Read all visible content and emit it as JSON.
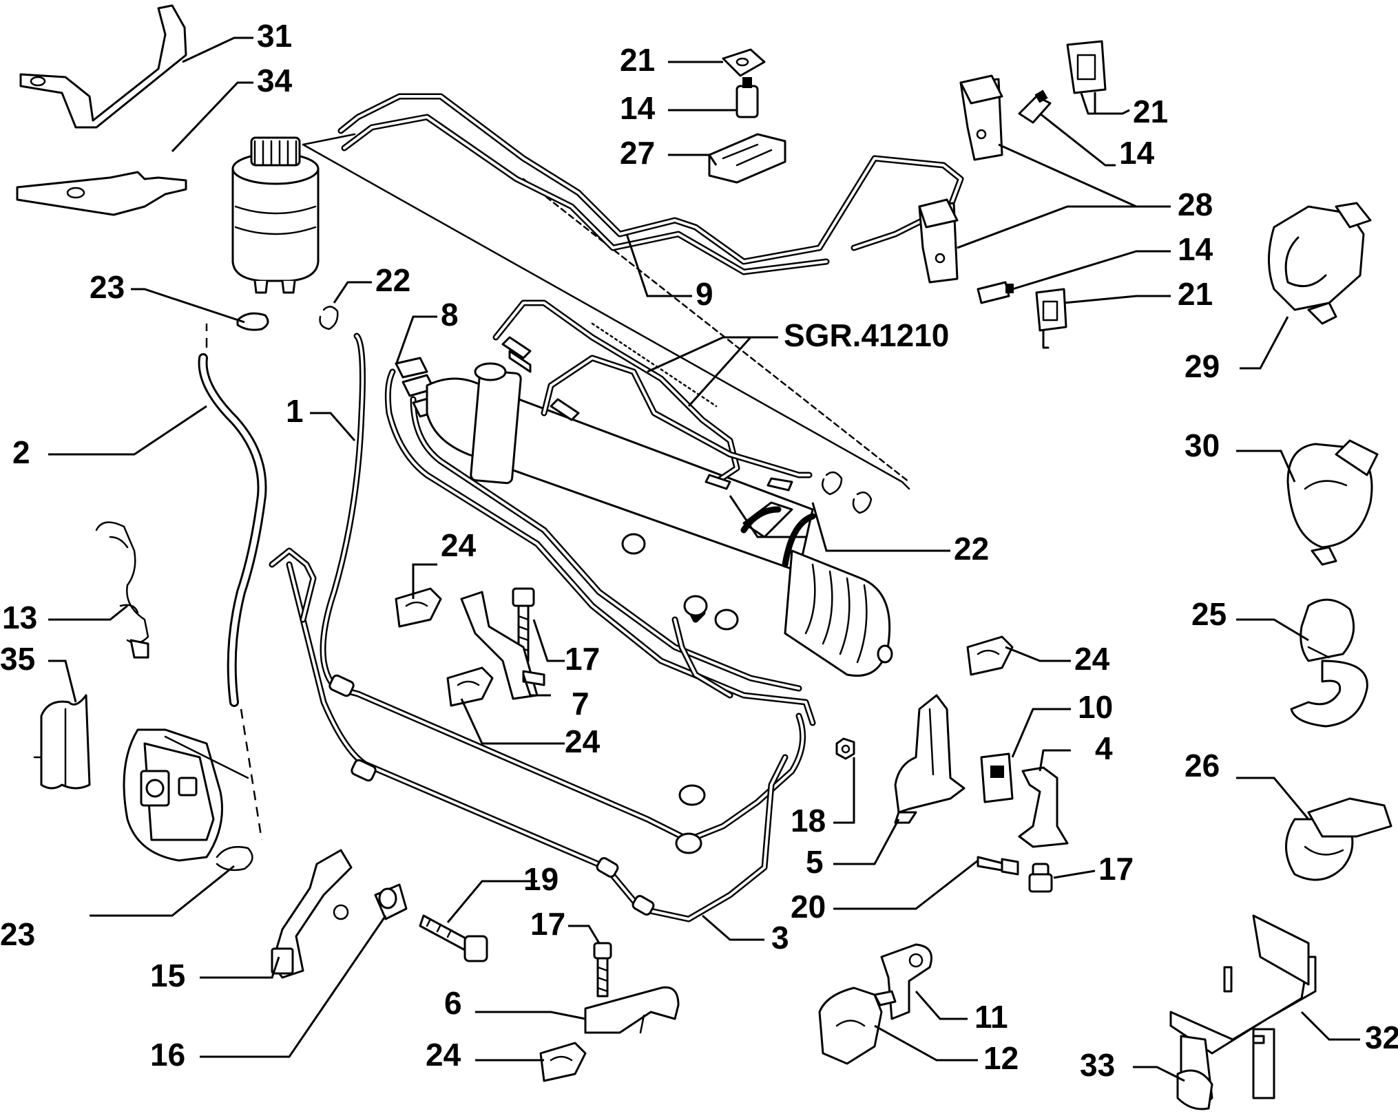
{
  "diagram": {
    "reference": "SGR.41210",
    "callouts": [
      "31",
      "34",
      "23",
      "22",
      "2",
      "1",
      "8",
      "9",
      "21",
      "14",
      "27",
      "28",
      "29",
      "30",
      "13",
      "35",
      "24",
      "17",
      "7",
      "25",
      "10",
      "4",
      "26",
      "18",
      "5",
      "20",
      "19",
      "3",
      "15",
      "16",
      "6",
      "11",
      "12",
      "32",
      "33"
    ]
  }
}
